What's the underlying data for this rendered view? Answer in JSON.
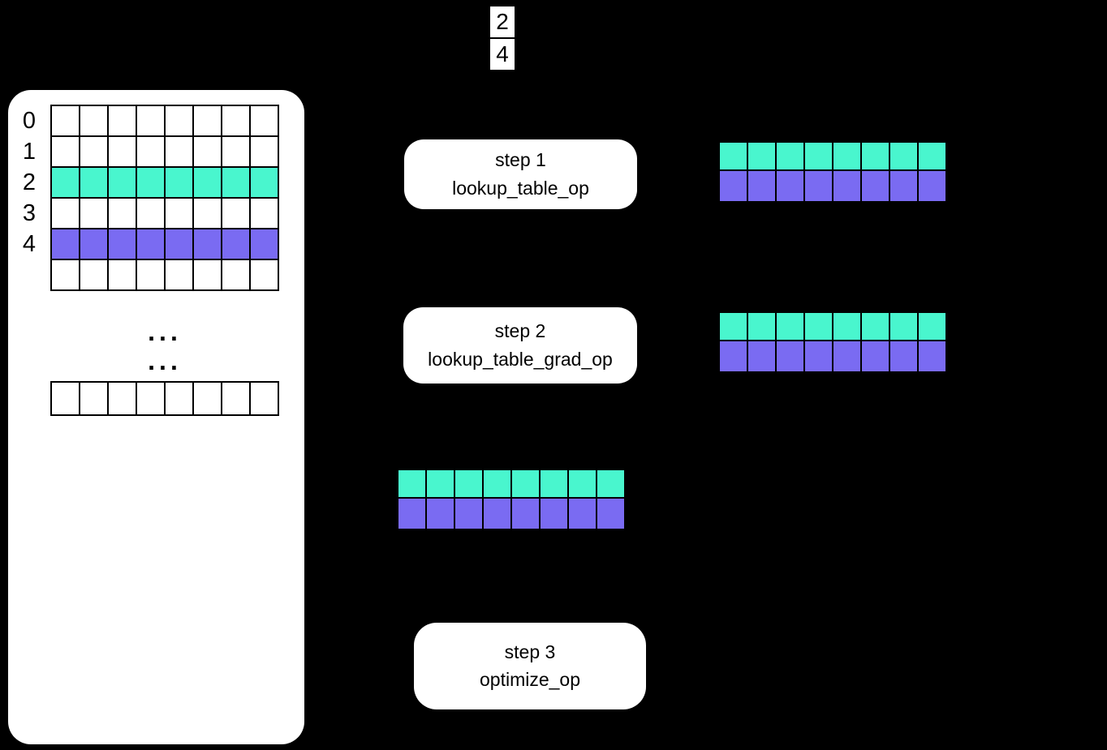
{
  "colors": {
    "teal": "#49F6CE",
    "purple": "#7A6BF2",
    "white": "#FFFFFF",
    "black": "#000000",
    "panel_bg": "#FFFFFF",
    "canvas_bg": "#000000"
  },
  "input_ids": {
    "values": [
      "2",
      "4"
    ]
  },
  "embedding_table": {
    "row_labels": [
      "0",
      "1",
      "2",
      "3",
      "4"
    ],
    "grid": {
      "cols": 8,
      "row_colors": [
        "white",
        "white",
        "teal",
        "white",
        "purple",
        "white"
      ]
    },
    "ellipsis_row_1": "...",
    "ellipsis_row_2": "...",
    "tail_row": {
      "cols": 8,
      "row_colors": [
        "white"
      ]
    }
  },
  "steps": [
    {
      "label": "step 1",
      "op": "lookup_table_op"
    },
    {
      "label": "step 2",
      "op": "lookup_table_grad_op"
    },
    {
      "label": "step 3",
      "op": "optimize_op"
    }
  ],
  "vectors": {
    "step1_output": {
      "cols": 8,
      "row_colors": [
        "teal",
        "purple"
      ]
    },
    "step2_output": {
      "cols": 8,
      "row_colors": [
        "teal",
        "purple"
      ]
    },
    "gradients": {
      "cols": 8,
      "row_colors": [
        "teal",
        "purple"
      ]
    }
  }
}
